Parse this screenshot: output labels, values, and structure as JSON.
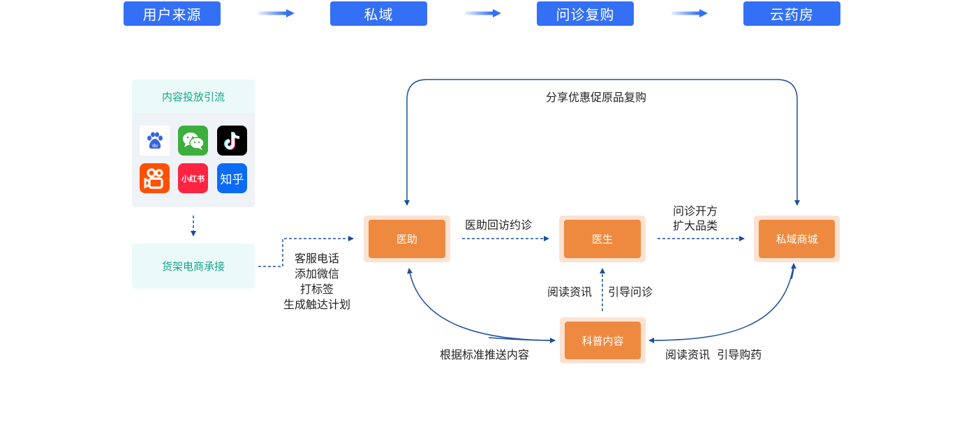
{
  "stages": [
    {
      "label": "用户来源"
    },
    {
      "label": "私域"
    },
    {
      "label": "问诊复购"
    },
    {
      "label": "云药房"
    }
  ],
  "colors": {
    "stage_blue": "#3370f5",
    "node_orange": "#ee8a3f",
    "node_halo": "#fce2d2",
    "teal_text": "#14a58a",
    "arrow_blue": "#1c4f9c"
  },
  "source_panel": {
    "title": "内容投放引流",
    "apps": [
      {
        "name": "百度",
        "icon": "baidu-paw-icon"
      },
      {
        "name": "微信",
        "icon": "wechat-icon"
      },
      {
        "name": "抖音",
        "icon": "douyin-icon"
      },
      {
        "name": "快手",
        "icon": "kuaishou-icon"
      },
      {
        "name": "小红书",
        "icon": "xiaohongshu-icon",
        "text": "小红书"
      },
      {
        "name": "知乎",
        "icon": "zhihu-icon",
        "text": "知乎"
      }
    ]
  },
  "shelf": {
    "label": "货架电商承接"
  },
  "nodes": {
    "assistant": "医助",
    "doctor": "医生",
    "mall": "私域商城",
    "content": "科普内容"
  },
  "edge_labels": {
    "top_loop": "分享优惠促原品复购",
    "assistant_to_doctor": "医助回访约诊",
    "doctor_to_mall": [
      "问诊开方",
      "扩大品类"
    ],
    "shelf_to_assistant": [
      "客服电话",
      "添加微信",
      "打标签",
      "生成触达计划"
    ],
    "content_to_doctor_left": "阅读资讯",
    "content_to_doctor_right": "引导问诊",
    "assistant_to_content": "根据标准推送内容",
    "content_to_mall": "阅读资讯  引导购药"
  }
}
